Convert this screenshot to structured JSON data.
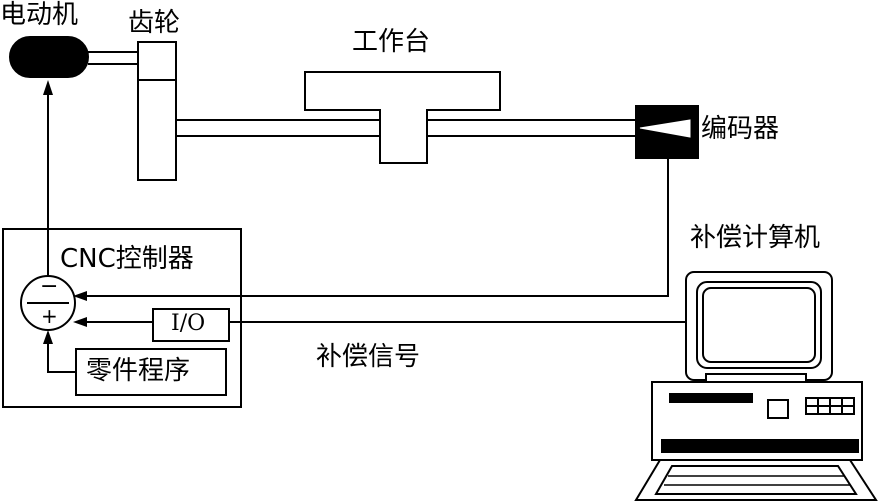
{
  "labels": {
    "motor": "电动机",
    "gear": "齿轮",
    "worktable": "工作台",
    "encoder": "编码器",
    "cnc_controller": "CNC控制器",
    "io": "I/O",
    "compensation_computer": "补偿计算机",
    "compensation_signal": "补偿信号",
    "part_program": "零件程序",
    "minus_sign": "−",
    "plus_sign": "+"
  },
  "colors": {
    "line": "#000000",
    "fill": "#ffffff",
    "solid": "#000000"
  }
}
